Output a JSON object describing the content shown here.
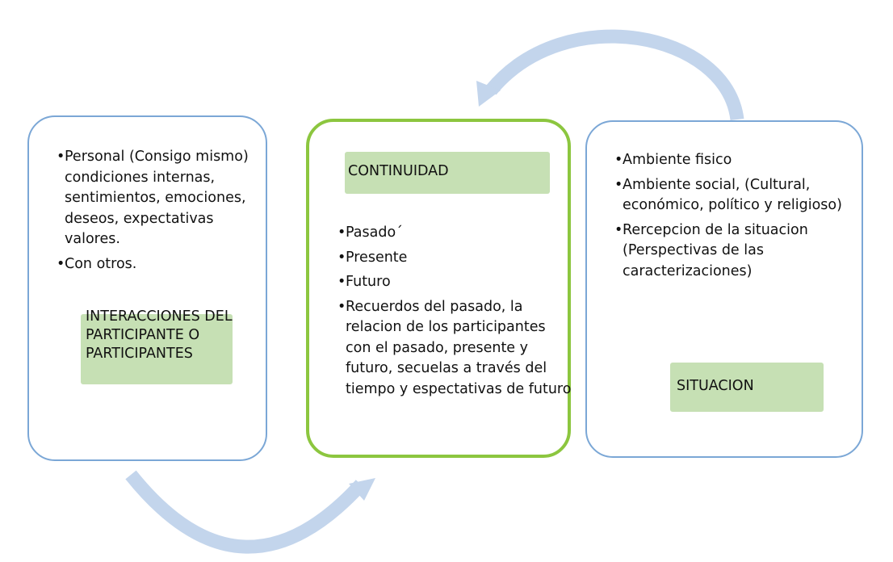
{
  "left_box": {
    "items": [
      "Personal (Consigo mismo) condiciones internas, sentimientos, emociones, deseos, expectativas valores.",
      "Con otros."
    ],
    "label": "INTERACCIONES DEL PARTICIPANTE O PARTICIPANTES"
  },
  "middle_box": {
    "label": "CONTINUIDAD",
    "items": [
      "Pasado´",
      "Presente",
      "Futuro",
      "Recuerdos del pasado, la relacion de los participantes con el pasado, presente y futuro, secuelas a través del tiempo y espectativas de futuro"
    ]
  },
  "right_box": {
    "items": [
      "Ambiente fisico",
      "Ambiente social, (Cultural, económico, político y religioso)",
      "Rercepcion de la situacion (Perspectivas de las caracterizaciones)"
    ],
    "label": "SITUACION"
  },
  "colors": {
    "outline_blue": "#7ba7d6",
    "outline_green": "#8cc63f",
    "label_fill": "#c6e0b4",
    "arrow": "#c3d5ec"
  }
}
